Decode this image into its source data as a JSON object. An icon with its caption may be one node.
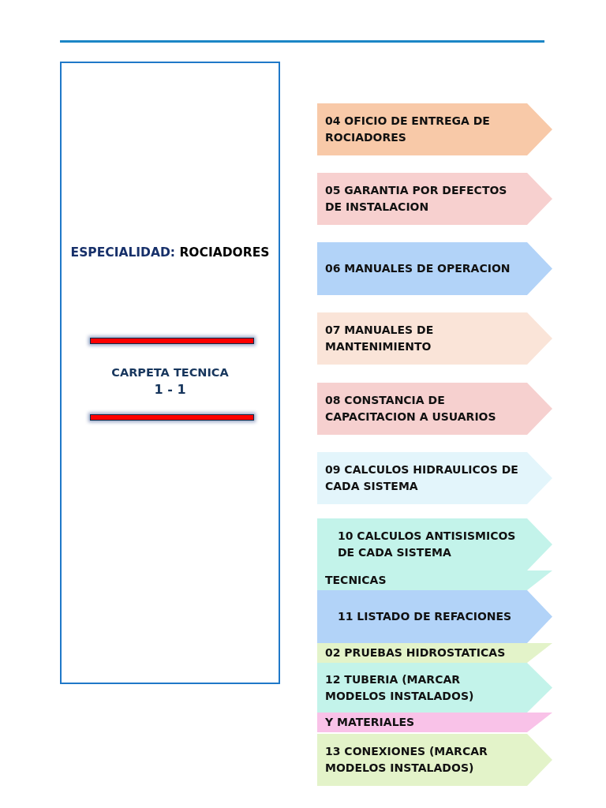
{
  "diagram": {
    "nodes": [
      {
        "text": [
          "ESPECIALIDAD:",
          "ROCIADORES",
          "CARPETA TECNICA",
          "1 - 1"
        ]
      },
      {
        "text": [
          "04 OFICIO DE ENTREGA DE ROCIADORES"
        ]
      },
      {
        "text": [
          "05 GARANTIA POR DEFECTOS DE INSTALACION"
        ]
      },
      {
        "text": [
          "06 MANUALES DE OPERACION"
        ]
      },
      {
        "text": [
          "07 MANUALES DE MANTENIMIENTO"
        ]
      },
      {
        "text": [
          "08 CONSTANCIA DE CAPACITACION A USUARIOS"
        ]
      },
      {
        "text": [
          "09 CALCULOS HIDRAULICOS DE CADA SISTEMA"
        ]
      },
      {
        "text": [
          "TECNICAS"
        ]
      },
      {
        "text": [
          "10 CALCULOS ANTISISMICOS DE CADA SISTEMA"
        ]
      },
      {
        "text": [
          "02 PRUEBAS HIDROSTATICAS"
        ]
      },
      {
        "text": [
          "11 LISTADO DE REFACIONES"
        ]
      },
      {
        "text": [
          "Y MATERIALES"
        ]
      },
      {
        "text": [
          "12 TUBERIA (MARCAR MODELOS INSTALADOS)"
        ]
      },
      {
        "text": [
          "13 CONEXIONES (MARCAR MODELOS INSTALADOS)"
        ]
      }
    ],
    "edges": []
  }
}
